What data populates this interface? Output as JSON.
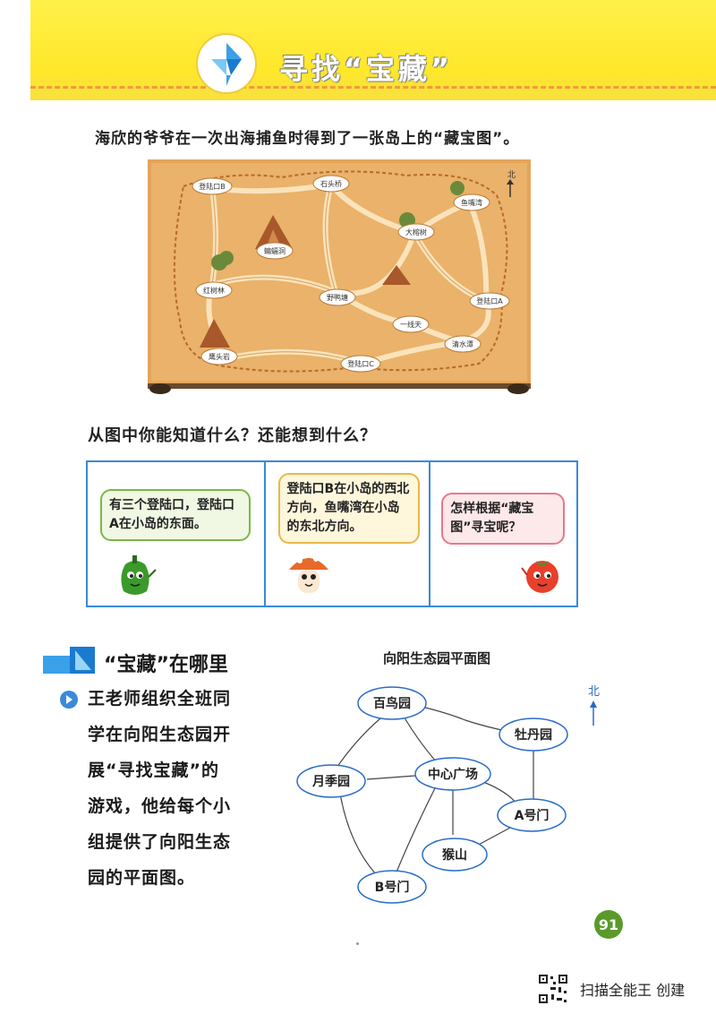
{
  "header": {
    "title": "寻找“宝藏”"
  },
  "intro": {
    "text": "海欣的爷爷在一次出海捕鱼时得到了一张岛上的“藏宝图”。"
  },
  "treasure_map": {
    "north": "北",
    "places": {
      "landing_b": "登陆口B",
      "stone_bridge": "石头桥",
      "fish_bay": "鱼嘴湾",
      "bat_cave": "蝙蝠洞",
      "banyan": "大榕树",
      "mangrove": "红树林",
      "wild_duck": "野鸭塘",
      "landing_a": "登陆口A",
      "one_line_sky": "一线天",
      "clear_pool": "清水潭",
      "eagle_rock": "鹰头岩",
      "landing_c": "登陆口C"
    }
  },
  "question": {
    "text": "从图中你能知道什么？还能想到什么？"
  },
  "panels": {
    "p1": "有三个登陆口，登陆口A在小岛的东面。",
    "p2": "登陆口B在小岛的西北方向，鱼嘴湾在小岛的东北方向。",
    "p3": "怎样根据“藏宝图”寻宝呢？"
  },
  "section2": {
    "title": "“宝藏”在哪里",
    "story_lines": [
      "王老师组织全班同",
      "学在向阳生态园开",
      "展“寻找宝藏”的",
      "游戏，他给每个小",
      "组提供了向阳生态",
      "园的平面图。"
    ]
  },
  "park_map": {
    "title": "向阳生态园平面图",
    "north": "北",
    "nodes": {
      "birds": "百鸟园",
      "peony": "牡丹园",
      "rose": "月季园",
      "center": "中心广场",
      "gate_a": "A号门",
      "monkey": "猴山",
      "gate_b": "B号门"
    }
  },
  "page_number": "91",
  "footer": {
    "text": "扫描全能王 创建"
  },
  "colors": {
    "header_yellow": "#ffe82a",
    "panel_border": "#3a8ad8",
    "map_paper": "#e6a85c",
    "node_border": "#2a6cc8"
  }
}
